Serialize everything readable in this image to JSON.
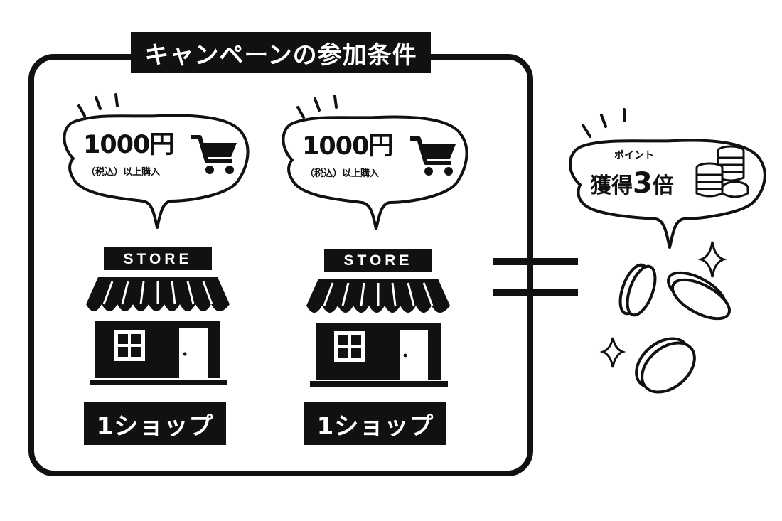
{
  "title": "キャンペーンの参加条件",
  "conditions": [
    {
      "price": "1000円",
      "price_note": "（税込）以上購入",
      "store_sign": "STORE",
      "shop_label": "1ショップ"
    },
    {
      "price": "1000円",
      "price_note": "（税込）以上購入",
      "store_sign": "STORE",
      "shop_label": "1ショップ"
    }
  ],
  "reward": {
    "small_text": "ポイント",
    "main_text": "獲得",
    "multiplier": "3",
    "unit": "倍"
  },
  "colors": {
    "ink": "#111111",
    "background": "#ffffff"
  },
  "icons": [
    "shopping-cart-icon",
    "store-icon",
    "coin-stack-icon",
    "coin-icon",
    "sparkle-icon",
    "equals-sign"
  ]
}
